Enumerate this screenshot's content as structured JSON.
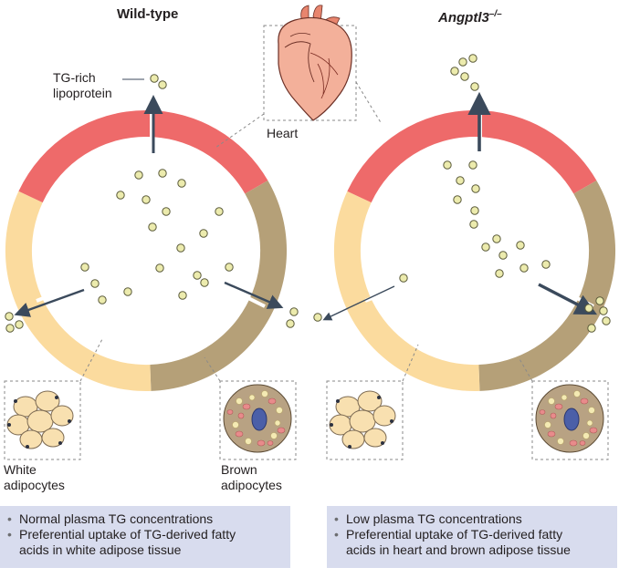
{
  "left_panel": {
    "title": "Wild-type",
    "tg_label_line1": "TG-rich",
    "tg_label_line2": "lipoprotein",
    "white_label_line1": "White",
    "white_label_line2": "adipocytes",
    "brown_label_line1": "Brown",
    "brown_label_line2": "adipocytes",
    "summary": [
      "Normal plasma TG concentrations",
      "Preferential uptake of TG-derived fatty",
      "acids in white adipose tissue"
    ]
  },
  "center": {
    "heart_label": "Heart"
  },
  "right_panel": {
    "title": "Angptl3",
    "title_sup": "–/–",
    "summary": [
      "Low plasma TG concentrations",
      "Preferential uptake of TG-derived fatty",
      "acids in heart and brown adipose tissue"
    ]
  },
  "colors": {
    "heart_segment": "#ee6a6a",
    "white_adipose_segment": "#fbdb9e",
    "brown_adipose_segment": "#b5a078",
    "lipoprotein": "#ecebad",
    "arrow": "#3b4a5c",
    "summary_box": "#d8dcee",
    "brown_cell_nucleus": "#4b5fa8"
  }
}
